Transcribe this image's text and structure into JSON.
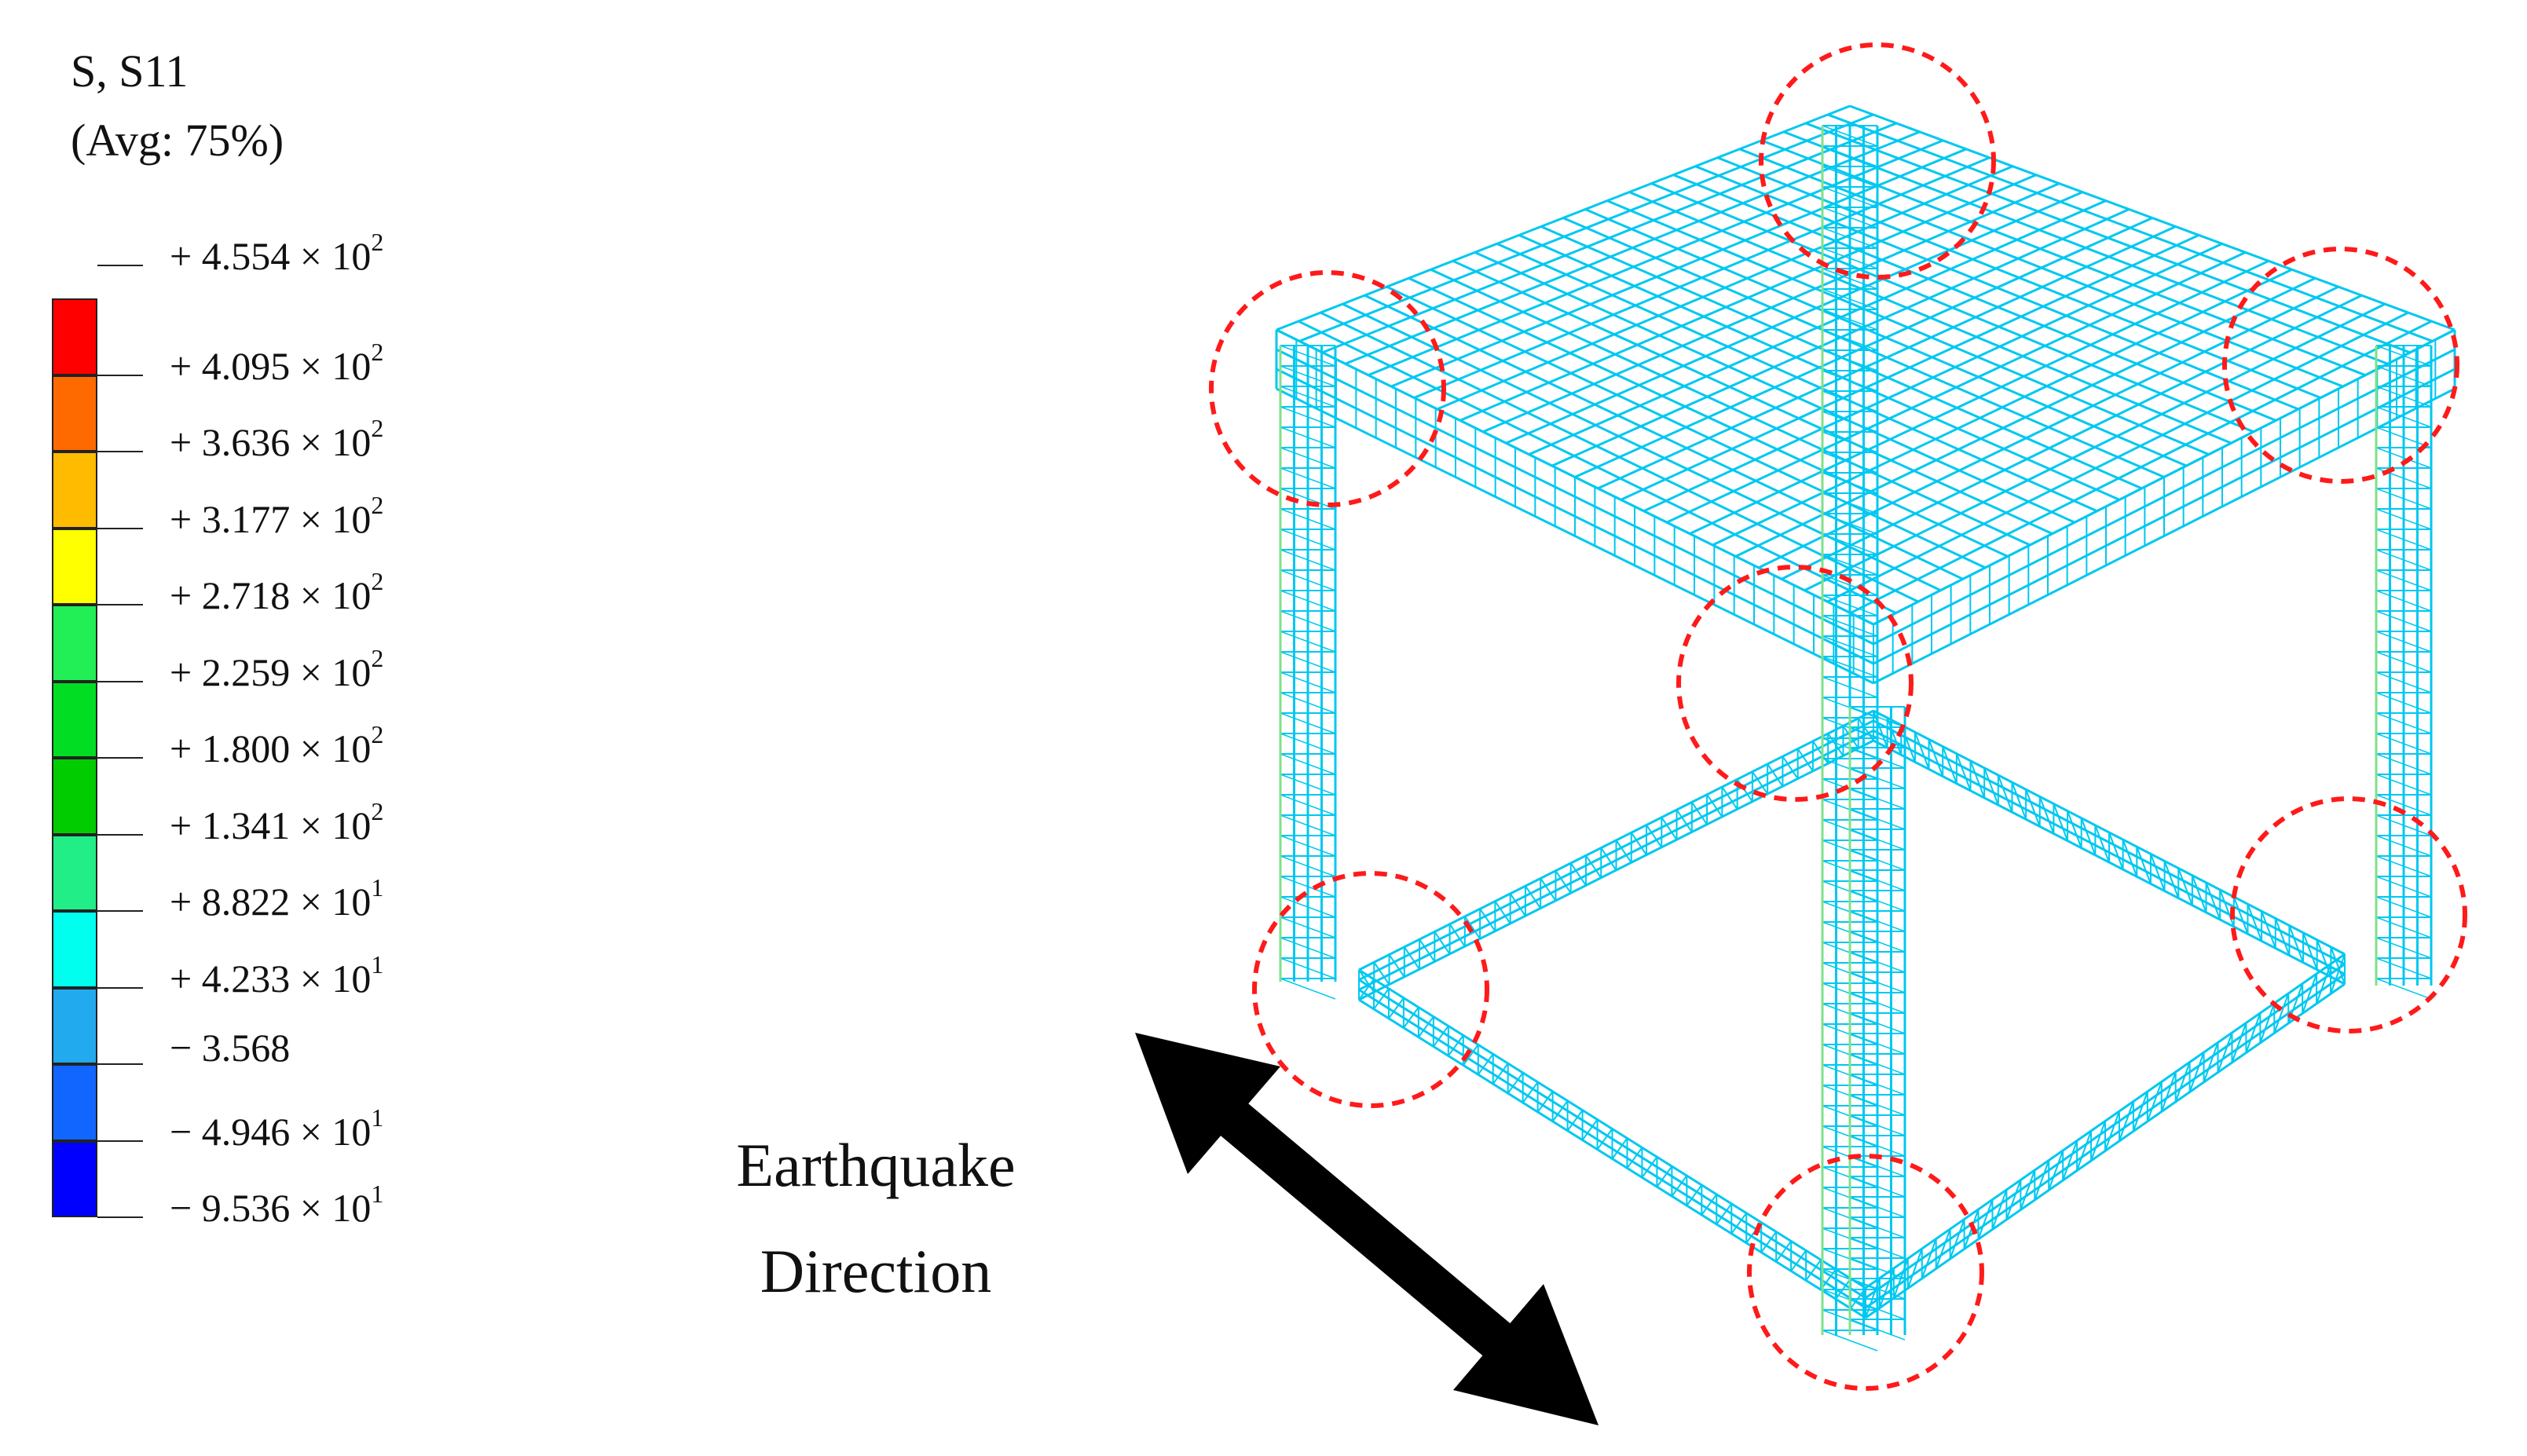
{
  "legend": {
    "title_line1": "S, S11",
    "title_line2": "(Avg: 75%)",
    "levels": [
      {
        "sign": "+",
        "mant": "4.554",
        "exp": "2"
      },
      {
        "sign": "+",
        "mant": "4.095",
        "exp": "2"
      },
      {
        "sign": "+",
        "mant": "3.636",
        "exp": "2"
      },
      {
        "sign": "+",
        "mant": "3.177",
        "exp": "2"
      },
      {
        "sign": "+",
        "mant": "2.718",
        "exp": "2"
      },
      {
        "sign": "+",
        "mant": "2.259",
        "exp": "2"
      },
      {
        "sign": "+",
        "mant": "1.800",
        "exp": "2"
      },
      {
        "sign": "+",
        "mant": "1.341",
        "exp": "2"
      },
      {
        "sign": "+",
        "mant": "8.822",
        "exp": "1"
      },
      {
        "sign": "+",
        "mant": "4.233",
        "exp": "1"
      },
      {
        "sign": "−",
        "mant": "3.568",
        "exp": ""
      },
      {
        "sign": "−",
        "mant": "4.946",
        "exp": "1"
      },
      {
        "sign": "−",
        "mant": "9.536",
        "exp": "1"
      }
    ],
    "colors": [
      "#ff0000",
      "#ff6a00",
      "#ffbb00",
      "#ffff00",
      "#22ee55",
      "#00dd22",
      "#00cc00",
      "#22ee88",
      "#00ffee",
      "#22aaee",
      "#1166ff",
      "#0000ff"
    ]
  },
  "caption": {
    "line1": "Earthquake",
    "line2": "Direction"
  },
  "model": {
    "mesh_color": "#00c8f0",
    "accent_color": "#7fe08a",
    "marker_color": "#ff1a1a"
  }
}
